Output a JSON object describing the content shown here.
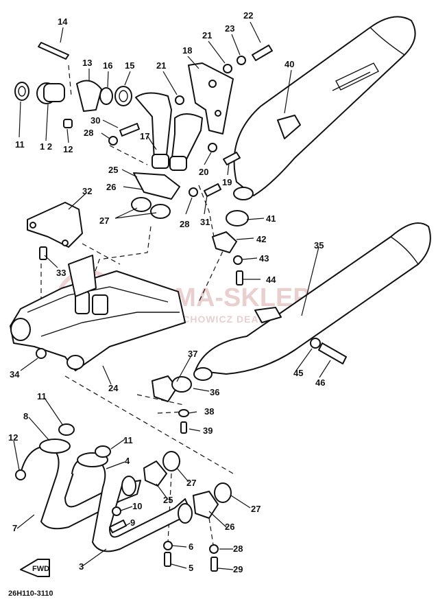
{
  "diagram_code": "26H110-3110",
  "watermark": {
    "brand": "YAMA-SKLEP.PL",
    "subtitle": "WOJCIECHOWICZ DEALER YAMAHA"
  },
  "front_marker": "FWD",
  "part_labels": [
    {
      "id": "p14",
      "text": "14"
    },
    {
      "id": "p22",
      "text": "22"
    },
    {
      "id": "p23",
      "text": "23"
    },
    {
      "id": "p21a",
      "text": "21"
    },
    {
      "id": "p18",
      "text": "18"
    },
    {
      "id": "p13",
      "text": "13"
    },
    {
      "id": "p16",
      "text": "16"
    },
    {
      "id": "p15",
      "text": "15"
    },
    {
      "id": "p21b",
      "text": "21"
    },
    {
      "id": "p40",
      "text": "40"
    },
    {
      "id": "p11a",
      "text": "11"
    },
    {
      "id": "p12a",
      "text": "1 2"
    },
    {
      "id": "p12b",
      "text": "12"
    },
    {
      "id": "p30",
      "text": "30"
    },
    {
      "id": "p28a",
      "text": "28"
    },
    {
      "id": "p17",
      "text": "17"
    },
    {
      "id": "p20",
      "text": "20"
    },
    {
      "id": "p19",
      "text": "19"
    },
    {
      "id": "p25a",
      "text": "25"
    },
    {
      "id": "p26a",
      "text": "26"
    },
    {
      "id": "p32",
      "text": "32"
    },
    {
      "id": "p27a",
      "text": "27"
    },
    {
      "id": "p28b",
      "text": "28"
    },
    {
      "id": "p31",
      "text": "31"
    },
    {
      "id": "p41",
      "text": "41"
    },
    {
      "id": "p42",
      "text": "42"
    },
    {
      "id": "p35",
      "text": "35"
    },
    {
      "id": "p43",
      "text": "43"
    },
    {
      "id": "p33",
      "text": "33"
    },
    {
      "id": "p44",
      "text": "44"
    },
    {
      "id": "p34",
      "text": "34"
    },
    {
      "id": "p24",
      "text": "24"
    },
    {
      "id": "p37",
      "text": "37"
    },
    {
      "id": "p45",
      "text": "45"
    },
    {
      "id": "p46",
      "text": "46"
    },
    {
      "id": "p36",
      "text": "36"
    },
    {
      "id": "p11b",
      "text": "11"
    },
    {
      "id": "p8",
      "text": "8"
    },
    {
      "id": "p38",
      "text": "38"
    },
    {
      "id": "p39",
      "text": "39"
    },
    {
      "id": "p12c",
      "text": "12"
    },
    {
      "id": "p11c",
      "text": "11"
    },
    {
      "id": "p4",
      "text": "4"
    },
    {
      "id": "p27b",
      "text": "27"
    },
    {
      "id": "p25b",
      "text": "25"
    },
    {
      "id": "p10",
      "text": "10"
    },
    {
      "id": "p27c",
      "text": "27"
    },
    {
      "id": "p7",
      "text": "7"
    },
    {
      "id": "p9",
      "text": "9"
    },
    {
      "id": "p26b",
      "text": "26"
    },
    {
      "id": "p6",
      "text": "6"
    },
    {
      "id": "p28c",
      "text": "28"
    },
    {
      "id": "p3",
      "text": "3"
    },
    {
      "id": "p5",
      "text": "5"
    },
    {
      "id": "p29",
      "text": "29"
    }
  ]
}
